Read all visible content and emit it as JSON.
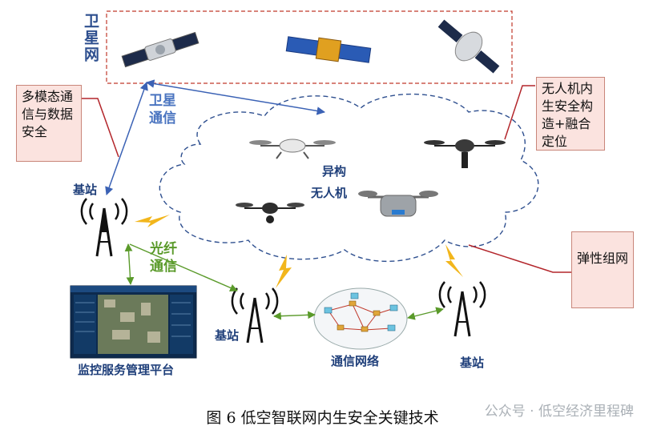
{
  "satellite_layer": {
    "label": "卫星网"
  },
  "satellite_link": {
    "label": "卫星通信"
  },
  "uav_cloud": {
    "label_line1": "异构",
    "label_line2": "无人机"
  },
  "fiber_link": {
    "label": "光纤通信"
  },
  "base_stations": [
    {
      "label": "基站"
    },
    {
      "label": "基站"
    },
    {
      "label": "基站"
    }
  ],
  "comm_network": {
    "label": "通信网络"
  },
  "platform": {
    "label": "监控服务管理平台"
  },
  "notes": {
    "multimodal": "多模态通信与数据安全",
    "uav_security": "无人机内生安全构造+融合定位",
    "elastic": "弹性组网"
  },
  "caption": "图 6 低空智联网内生安全关键技术",
  "watermark": "公众号 · 低空经济里程碑",
  "colors": {
    "blue": "#2e5fa8",
    "green": "#5a9a2a",
    "red": "#b3262b",
    "navy": "#1f3f7a"
  }
}
